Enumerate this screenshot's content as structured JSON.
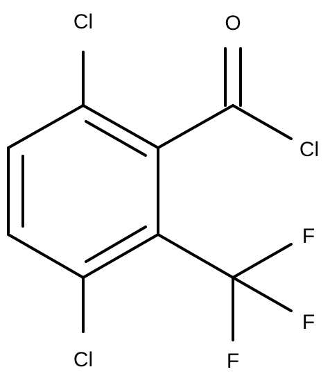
{
  "atoms": {
    "cl_top": "Cl",
    "o": "O",
    "cl_acyl": "Cl",
    "f_upper": "F",
    "f_right": "F",
    "f_lower": "F",
    "cl_bottom": "Cl"
  },
  "colors": {
    "bond": "#000000",
    "label": "#000000",
    "background": "#ffffff"
  }
}
